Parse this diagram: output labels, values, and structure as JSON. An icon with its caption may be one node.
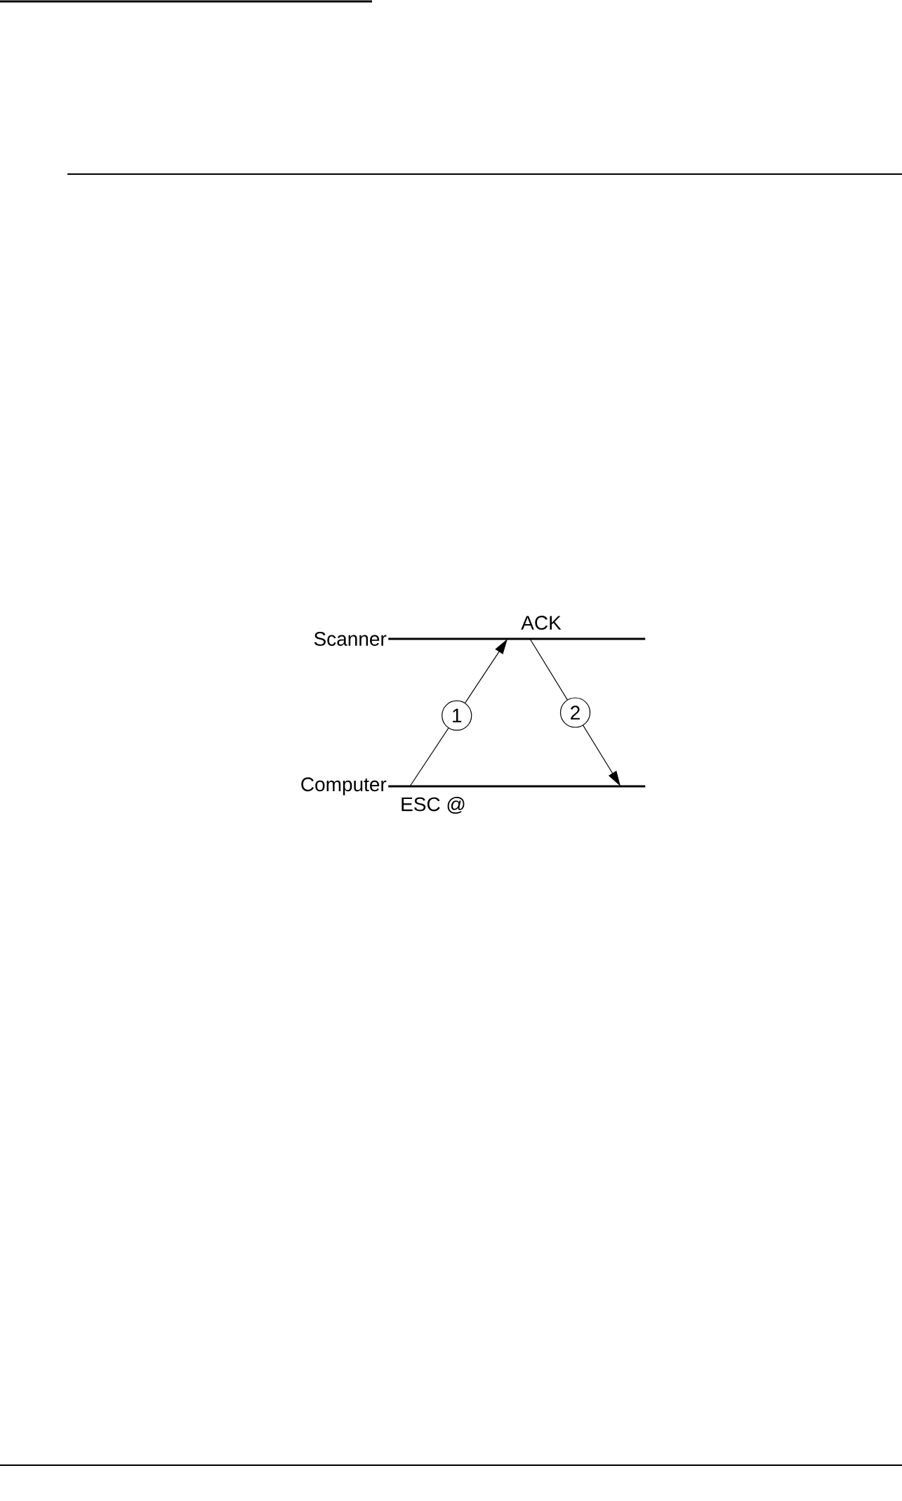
{
  "diagram": {
    "nodes": [
      {
        "text": [
          "Scanner"
        ]
      },
      {
        "text": [
          "Computer"
        ]
      }
    ],
    "edges": [
      {
        "from": 1,
        "to": 0,
        "arrow": "to",
        "label": "1"
      },
      {
        "from": 0,
        "to": 1,
        "arrow": "to",
        "label": "2"
      }
    ],
    "labels": [
      "ACK",
      "ESC @"
    ]
  }
}
